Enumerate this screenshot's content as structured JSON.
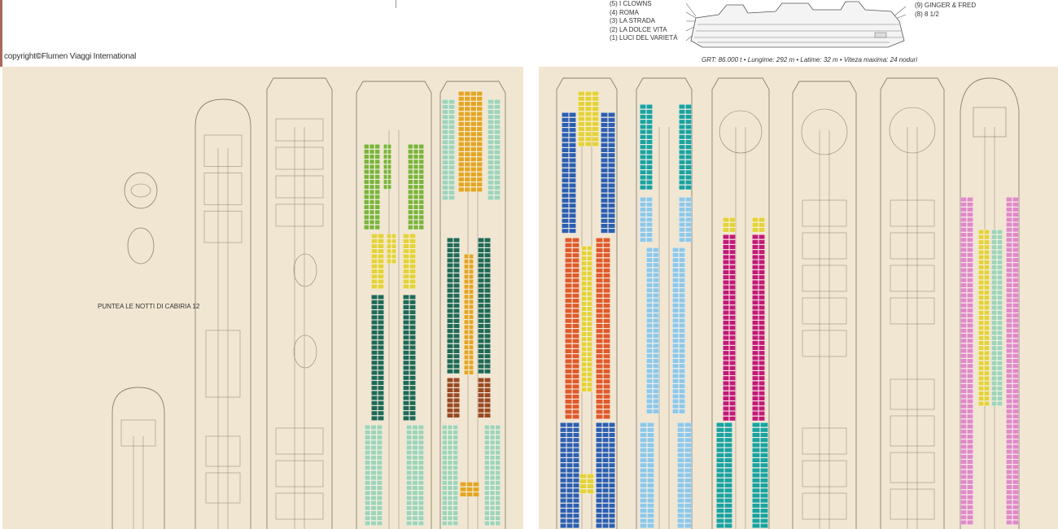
{
  "header": {
    "copyright_prefix": "copyright",
    "copyright_symbol": "©",
    "copyright_owner": "Flumen Viaggi International"
  },
  "legend_left": [
    "(5) I CLOWNS",
    "(4) ROMA",
    "(3) LA STRADA",
    "(2) LA DOLCE VITA",
    "(1) LUCI DEL VARIETÀ"
  ],
  "legend_right": [
    "(9) GINGER & FRED",
    "(8) 8 1/2"
  ],
  "specs": "GRT: 86.000 t • Lungime: 292 m • Latime: 32 m • Viteza maxima: 24 noduri",
  "left_panel": {
    "subtitle": "PUNTEA LE NOTTI DI CABIRIA 12"
  },
  "palette": {
    "background": "#f1e6d2",
    "outline": "#8a8273",
    "green": "#7bb43a",
    "yellow": "#e4d23a",
    "dark_teal": "#1f6a55",
    "light_green": "#9fd4b8",
    "orange": "#e3a623",
    "brown": "#9a4a22",
    "blue": "#2d5fb0",
    "orange_red": "#e05a2a",
    "teal": "#1aa3a0",
    "light_blue": "#8ec8e8",
    "magenta": "#c21a78",
    "pink": "#e08ac8"
  }
}
